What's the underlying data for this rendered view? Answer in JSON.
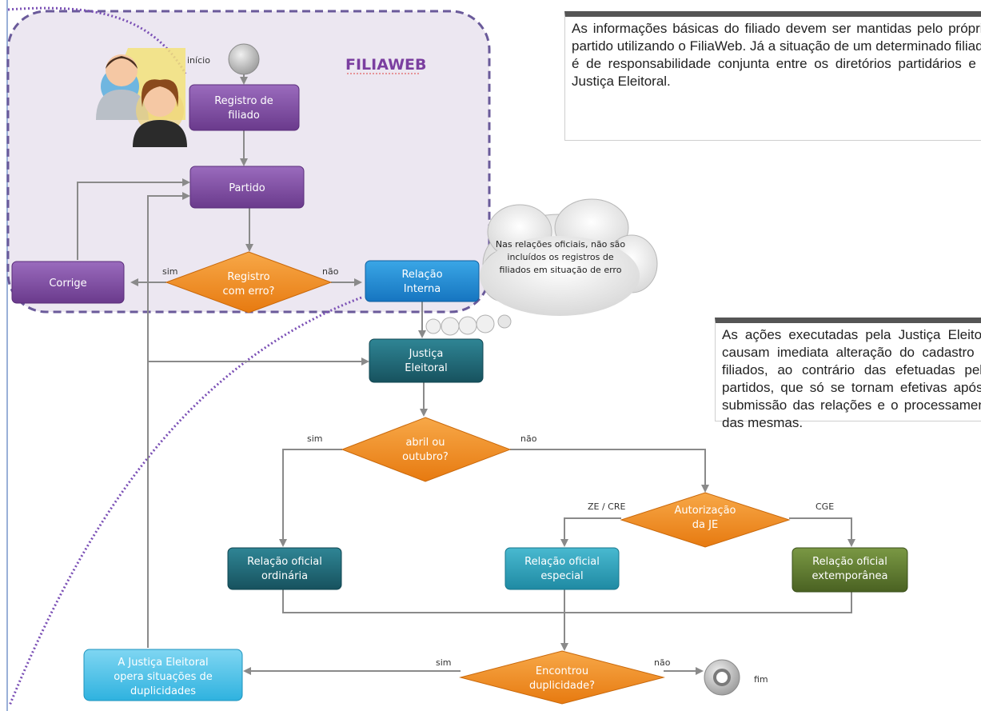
{
  "texts": {
    "filiaweb": "FILIAWEB",
    "start_label": "início",
    "end_label": "fim",
    "registro1": "Registro de",
    "registro2": "filiado",
    "partido": "Partido",
    "corrige": "Corrige",
    "erro1": "Registro",
    "erro2": "com erro?",
    "rel_interna1": "Relação",
    "rel_interna2": "Interna",
    "justica1": "Justiça",
    "justica2": "Eleitoral",
    "abril1": "abril ou",
    "abril2": "outubro?",
    "autorizacao1": "Autorização",
    "autorizacao2": "da JE",
    "ordinaria1": "Relação oficial",
    "ordinaria2": "ordinária",
    "especial1": "Relação oficial",
    "especial2": "especial",
    "extemporanea1": "Relação oficial",
    "extemporanea2": "extemporânea",
    "opera1": "A Justiça Eleitoral",
    "opera2": "opera situações de",
    "opera3": "duplicidades",
    "dup1": "Encontrou",
    "dup2": "duplicidade?",
    "sim": "sim",
    "nao": "não",
    "ze_cre": "ZE / CRE",
    "cge": "CGE",
    "cloud_note": "Nas relações oficiais, não são incluídos os registros de filiados em situação de erro",
    "info1": "As informações básicas do filiado devem ser mantidas pelo próprio partido utilizando o FiliaWeb. Já a situação de um determinado filiado é de responsabilidade conjunta entre os diretórios partidários e a Justiça Eleitoral.",
    "info2": "As ações executadas pela Justiça Eleitoral causam imediata alteração do cadastro de filiados, ao contrário das efetuadas pelos partidos, que só se tornam efetivas após a submissão das relações e o processamento das mesmas."
  },
  "colors": {
    "purple": "#7b4a9e",
    "blue": "#1e90d6",
    "teal_dark": "#1f6b7a",
    "teal_light": "#2aa3bd",
    "olive": "#5f7a2e",
    "cyan_light": "#48c1e8",
    "orange": "#f08a1c",
    "filiaweb_text": "#7b3fa0",
    "region_border": "#6a5a9a"
  }
}
